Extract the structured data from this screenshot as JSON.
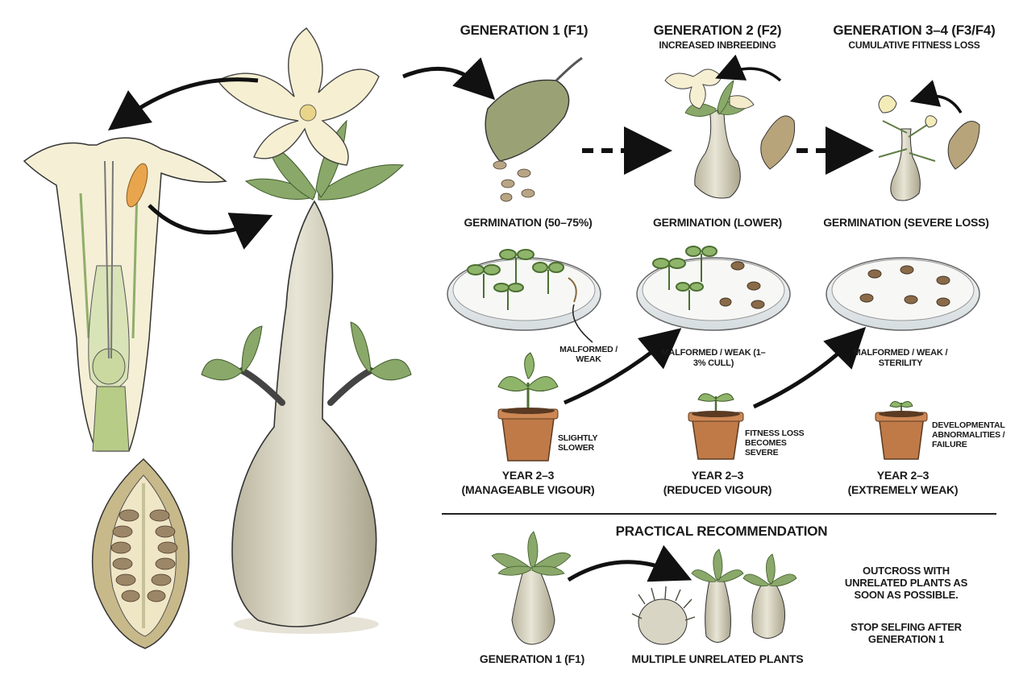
{
  "generations": [
    {
      "title": "GENERATION 1 (F1)",
      "subtitle": "",
      "germination": "GERMINATION (50–75%)",
      "year_line1": "YEAR 2–3",
      "year_line2": "(MANAGEABLE VIGOUR)",
      "pot_note": "SLIGHTLY SLOWER"
    },
    {
      "title": "GENERATION 2 (F2)",
      "subtitle": "INCREASED INBREEDING",
      "germination": "GERMINATION (LOWER)",
      "year_line1": "YEAR 2–3",
      "year_line2": "(REDUCED VIGOUR)",
      "pot_note": "FITNESS LOSS BECOMES SEVERE"
    },
    {
      "title": "GENERATION 3–4 (F3/F4)",
      "subtitle": "CUMULATIVE FITNESS LOSS",
      "germination": "GERMINATION (SEVERE LOSS)",
      "year_line1": "YEAR 2–3",
      "year_line2": "(EXTREMELY WEAK)",
      "pot_note": "DEVELOPMENTAL ABNORMALITIES / FAILURE"
    }
  ],
  "seedling_notes": {
    "f1": "MALFORMED / WEAK",
    "f2": "MALFORMED / WEAK (1–3% CULL)",
    "f3": "MALFORMED / WEAK / STERILITY"
  },
  "recommendation": {
    "title": "PRACTICAL RECOMMENDATION",
    "left_label": "GENERATION 1 (F1)",
    "right_label": "MULTIPLE UNRELATED PLANTS",
    "advice1": "OUTCROSS WITH UNRELATED PLANTS AS SOON AS POSSIBLE.",
    "advice2": "STOP SELFING AFTER GENERATION 1"
  },
  "colors": {
    "ink": "#1a1a1a",
    "petal": "#f6efd2",
    "leaf": "#7f9f5e",
    "trunk": "#d8d4c2",
    "pot": "#c07a48",
    "soil": "#5a3a22"
  }
}
